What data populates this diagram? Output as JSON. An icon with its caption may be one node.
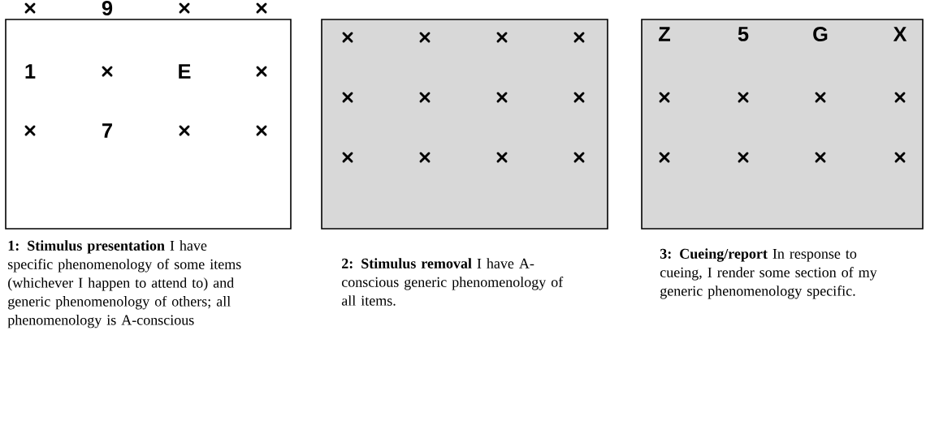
{
  "diagram": {
    "nodes": [
      {
        "text": [],
        "shape": "box",
        "beside": [
          "**1: Stimulus presentation** I have specific phenomenology of some items (whichever I happen to attend to) and generic phenomenology of others; all phenomenology is A-conscious"
        ]
      },
      {
        "text": [],
        "shape": "box",
        "beside": [
          "**2: Stimulus removal** I have A-conscious generic phenomenology of all items."
        ]
      },
      {
        "text": [],
        "shape": "box",
        "beside": [
          "**3: Cueing/report** In response to cueing, I render some section of my generic phenomenology specific."
        ]
      }
    ],
    "edges": [],
    "labels": [
      "9",
      "1",
      "E",
      "7",
      "Z",
      "5",
      "G",
      "X"
    ]
  }
}
